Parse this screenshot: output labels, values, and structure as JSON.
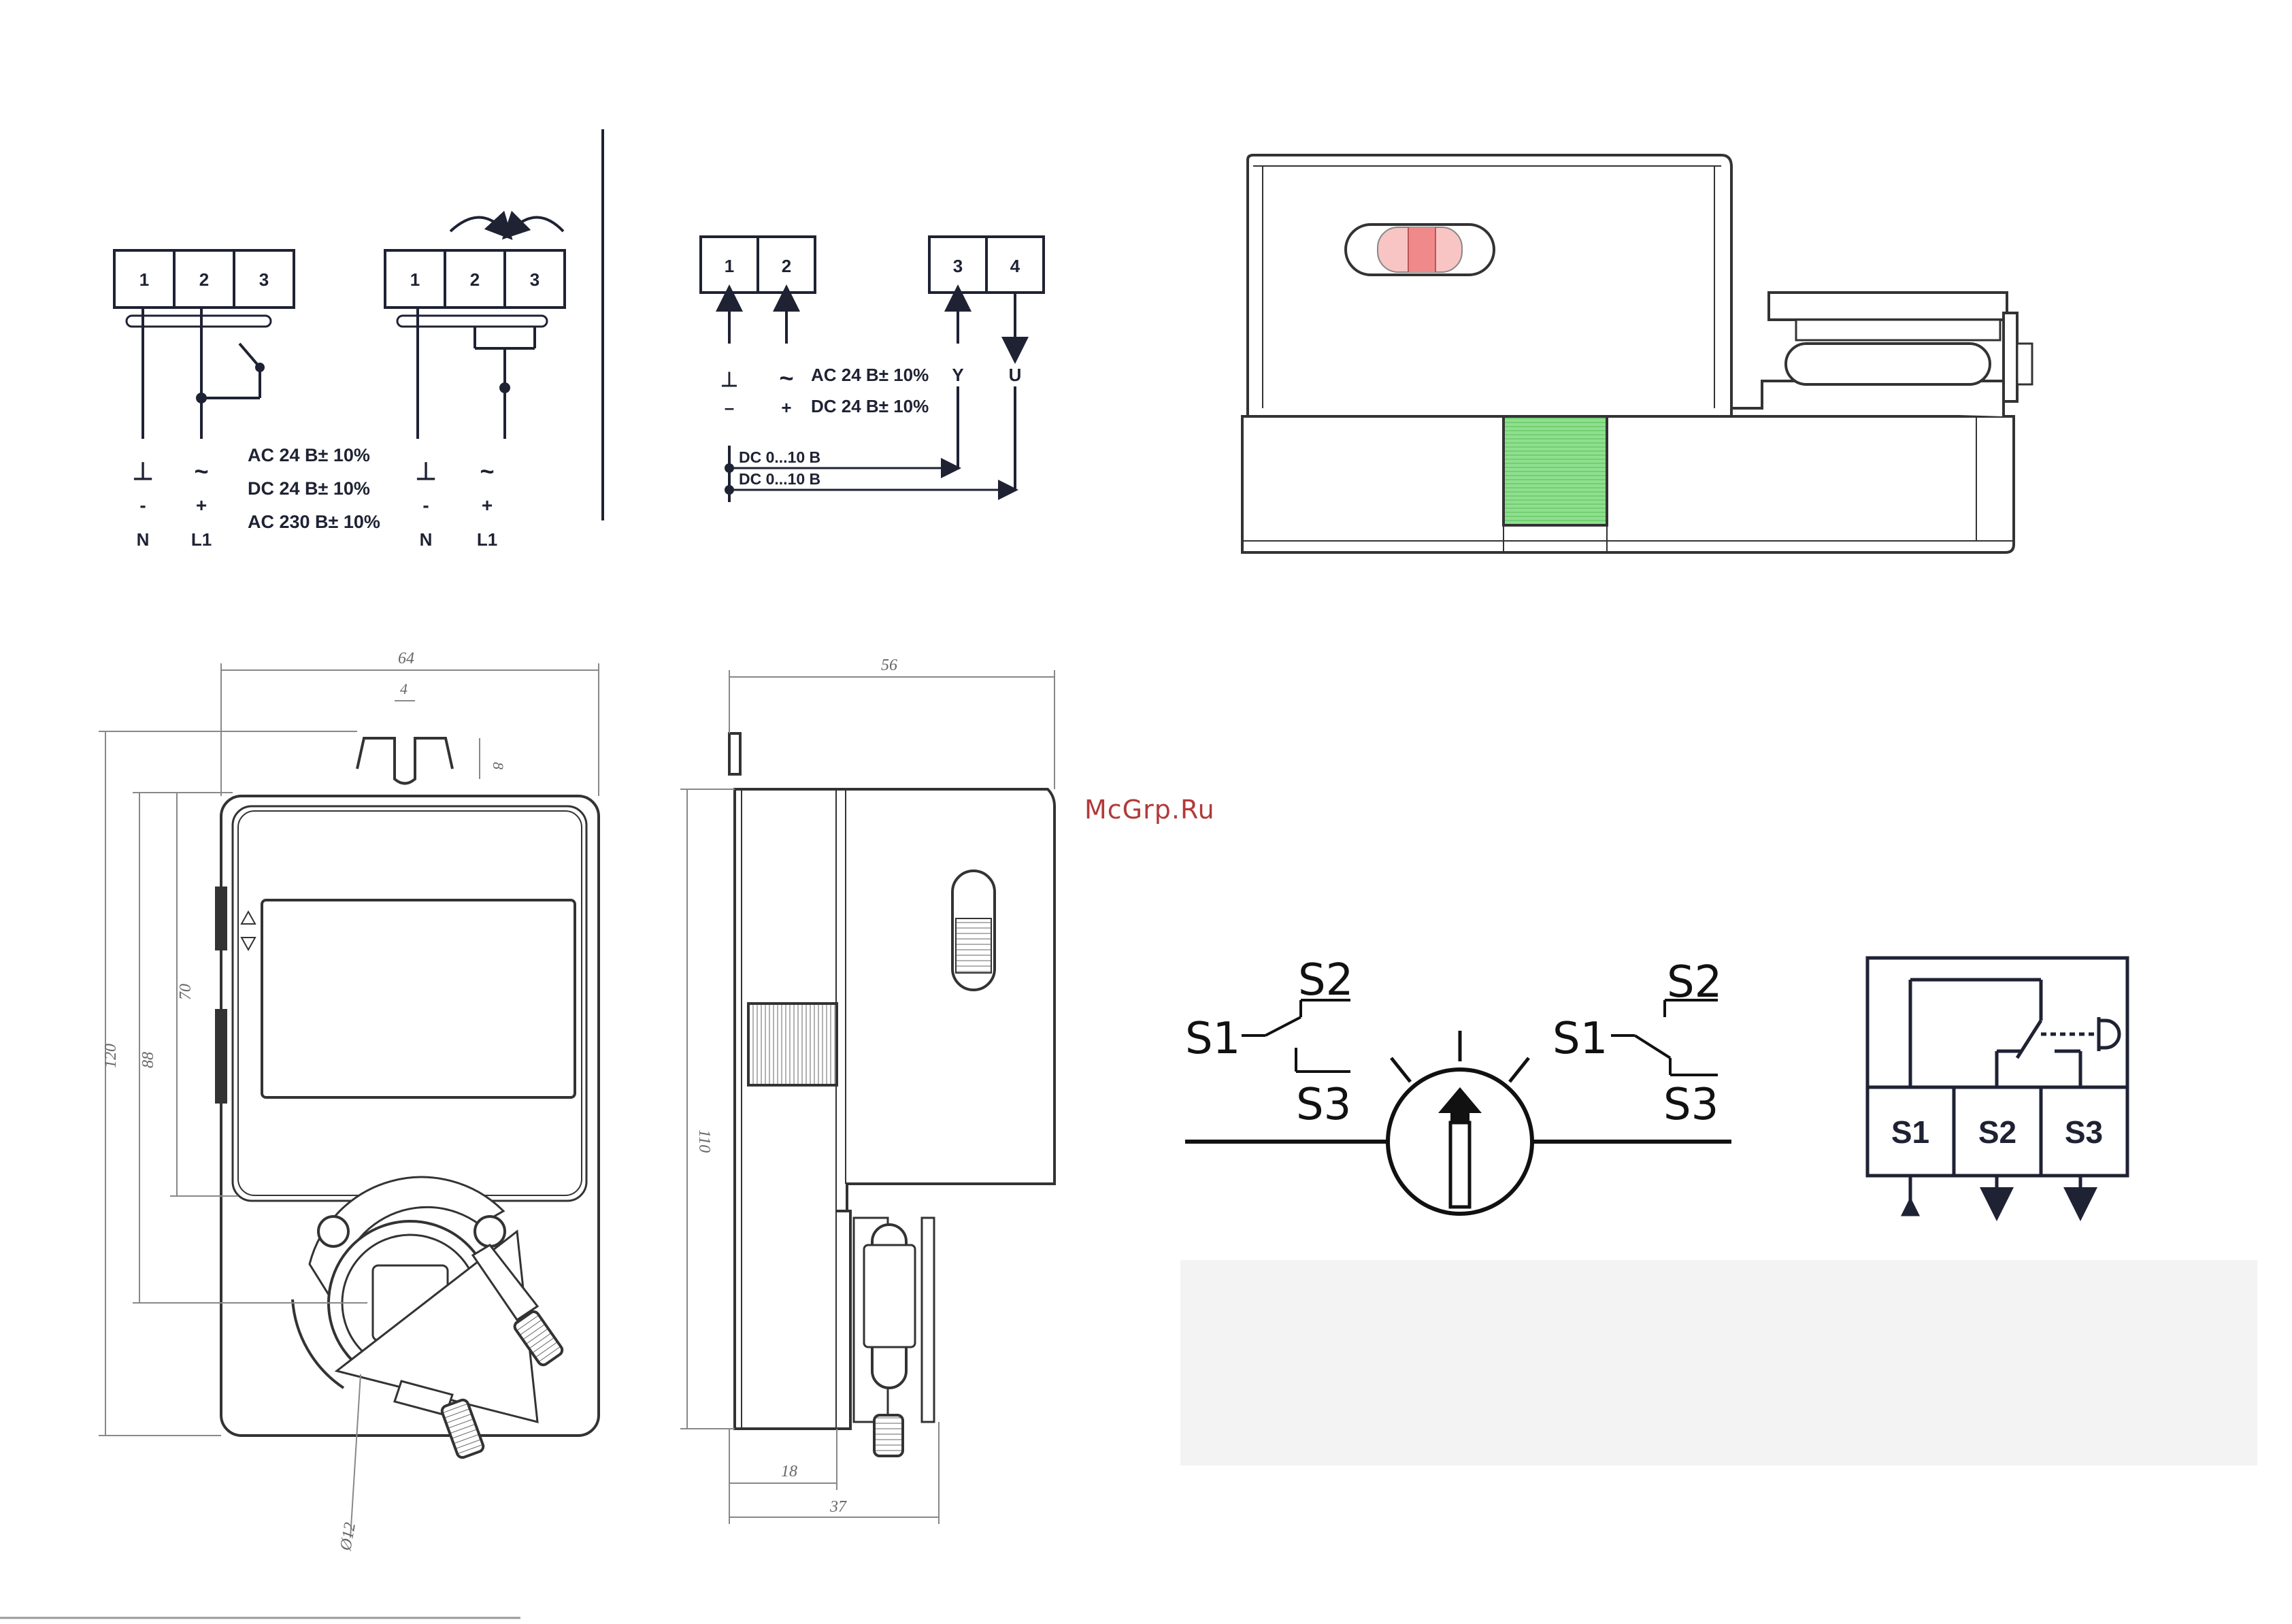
{
  "watermark": "McGrp.Ru",
  "wiring_left": {
    "terminals_a": [
      "1",
      "2",
      "3"
    ],
    "terminals_b": [
      "1",
      "2",
      "3"
    ],
    "symbol_ground": "⊥",
    "symbol_ac": "~",
    "minus": "-",
    "plus": "+",
    "n_label": "N",
    "l1_label": "L1",
    "supply_lines": [
      "AC 24 B± 10%",
      "DC 24 B± 10%",
      "AC 230 B± 10%"
    ]
  },
  "wiring_right": {
    "terminals_power": [
      "1",
      "2"
    ],
    "terminals_signal": [
      "3",
      "4"
    ],
    "symbol_ground": "⊥",
    "symbol_ac": "~",
    "minus": "–",
    "plus": "+",
    "supply_lines": [
      "AC 24 B± 10%",
      "DC 24 B± 10%"
    ],
    "y_label": "Y",
    "u_label": "U",
    "signal_lines": [
      "DC 0...10 B",
      "DC 0...10 B"
    ]
  },
  "dimensions": {
    "width_front": "64",
    "slot_width": "4",
    "slot_depth": "8",
    "height_total": "120",
    "height_body": "88",
    "height_window": "70",
    "width_side": "56",
    "height_side": "110",
    "shaft_offset": "18",
    "depth_bracket": "37",
    "shaft_diameter": "Ø12"
  },
  "switch_diagram": {
    "left": {
      "s1": "S1",
      "s2": "S2",
      "s3": "S3"
    },
    "right": {
      "s1": "S1",
      "s2": "S2",
      "s3": "S3"
    }
  },
  "terminal_block": {
    "labels": [
      "S1",
      "S2",
      "S3"
    ]
  },
  "colors": {
    "line": "#1e2233",
    "drawing": "#333333",
    "red_indicator": "#f08a8a",
    "green_indicator": "#8ee08e",
    "grey_panel": "#f3f3f3",
    "watermark": "#b23a3a"
  }
}
